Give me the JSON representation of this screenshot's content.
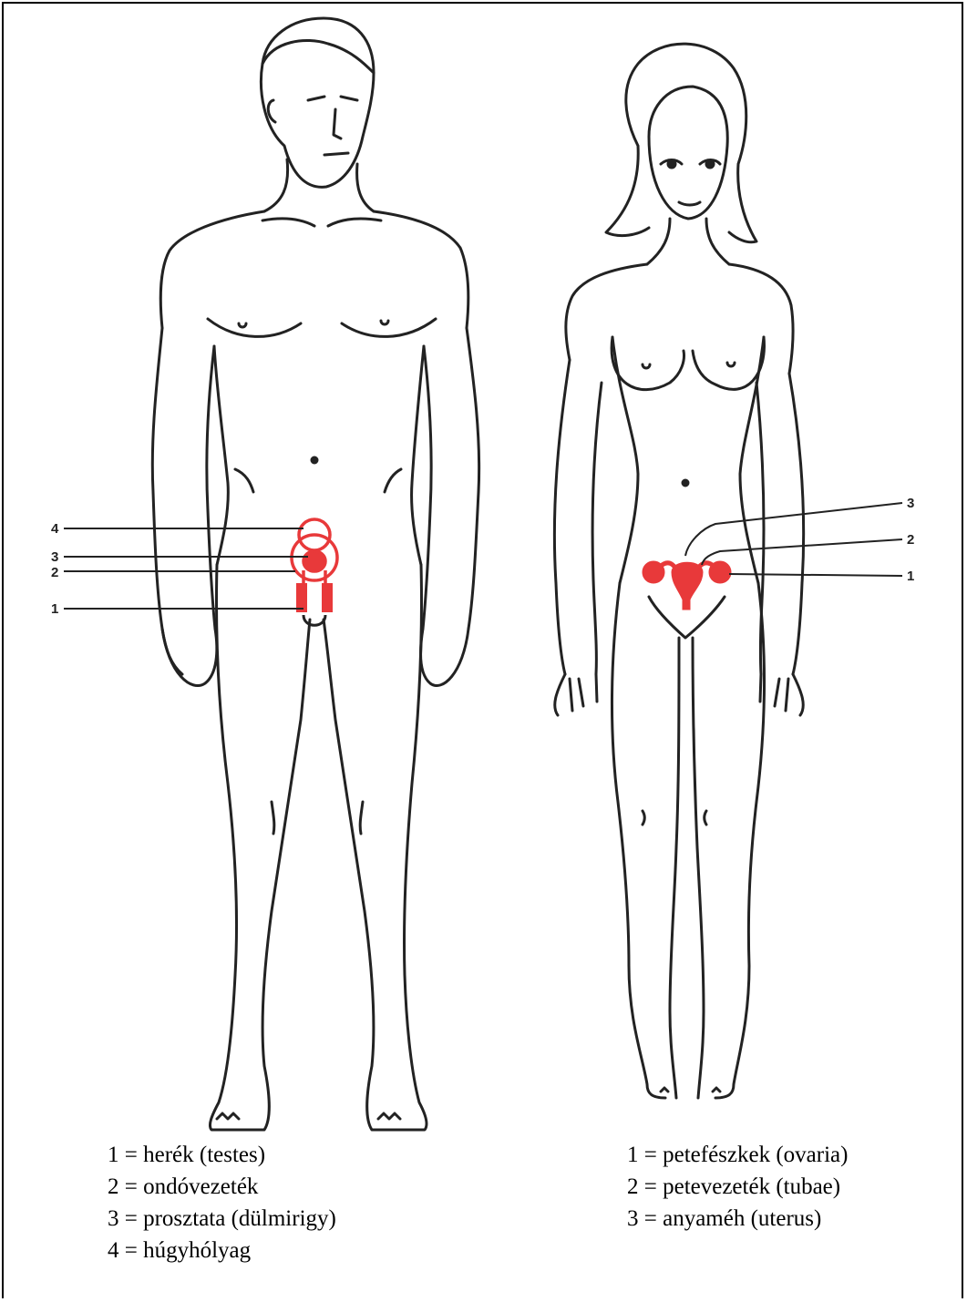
{
  "colors": {
    "organ": "#e8393a",
    "line": "#222222"
  },
  "male": {
    "callouts": [
      "4",
      "3",
      "2",
      "1"
    ],
    "legend": [
      "1 = herék (testes)",
      "2 = ondóvezeték",
      "3 = prosztata (dülmirigy)",
      "4 = húgyhólyag"
    ]
  },
  "female": {
    "callouts": [
      "3",
      "2",
      "1"
    ],
    "legend": [
      "1 = petefészkek (ovaria)",
      "2 = petevezeték (tubae)",
      "3 = anyaméh (uterus)"
    ]
  }
}
